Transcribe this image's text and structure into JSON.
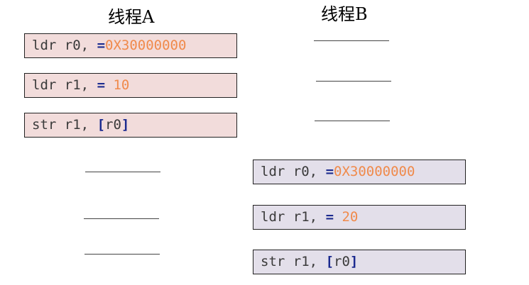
{
  "thread_a": {
    "title": "线程A",
    "code": [
      {
        "mnemonic": "ldr",
        "reg": "r0",
        "sep": ",",
        "op": "=",
        "operand": "0X30000000"
      },
      {
        "mnemonic": "ldr",
        "reg": "r1",
        "sep": ",",
        "op": "=",
        "operand": "10"
      },
      {
        "mnemonic": "str",
        "reg": "r1",
        "sep": ",",
        "op": "[",
        "operand": "r0",
        "close": "]"
      }
    ]
  },
  "thread_b": {
    "title": "线程B",
    "code": [
      {
        "mnemonic": "ldr",
        "reg": "r0",
        "sep": ",",
        "op": "=",
        "operand": "0X30000000"
      },
      {
        "mnemonic": "ldr",
        "reg": "r1",
        "sep": ",",
        "op": "=",
        "operand": "20"
      },
      {
        "mnemonic": "str",
        "reg": "r1",
        "sep": ",",
        "op": "[",
        "operand": "r0",
        "close": "]"
      }
    ]
  },
  "colors": {
    "box_a_fill": "#f2dcdb",
    "box_b_fill": "#e3dfea",
    "operator": "#1c2b8f",
    "literal": "#f08a4b"
  }
}
